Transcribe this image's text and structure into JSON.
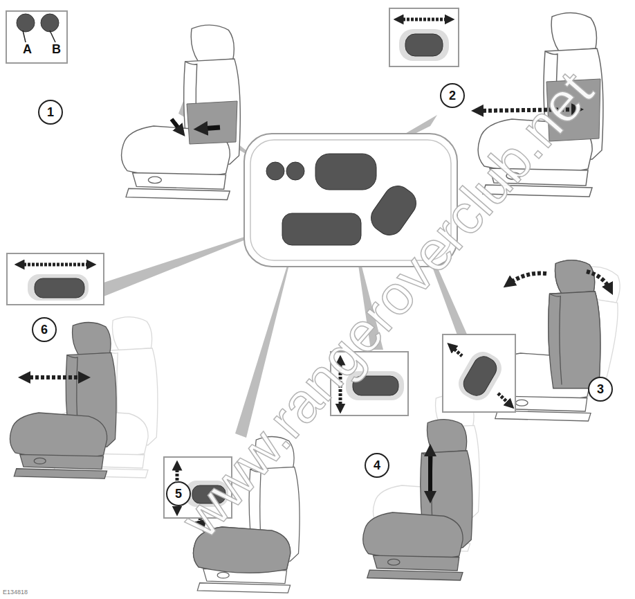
{
  "diagram": {
    "nodes": [
      {
        "text": [
          "A",
          "B"
        ]
      },
      {
        "text": [
          "1"
        ]
      },
      {
        "text": [
          "2"
        ]
      },
      {
        "text": [
          "6"
        ]
      },
      {
        "text": [
          "3"
        ]
      },
      {
        "text": [
          "4"
        ]
      },
      {
        "text": [
          "5"
        ]
      }
    ],
    "labels": [
      "www.rangeroverclub.net",
      "E134818"
    ]
  }
}
